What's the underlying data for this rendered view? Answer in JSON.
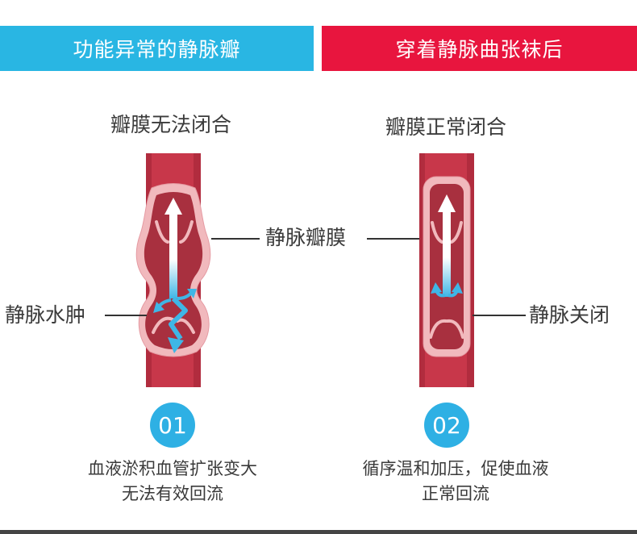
{
  "banners": {
    "left": "功能异常的静脉瓣",
    "right": "穿着静脉曲张袜后"
  },
  "titles": {
    "left": "瓣膜无法闭合",
    "right": "瓣膜正常闭合"
  },
  "callouts": {
    "valve": "静脉瓣膜",
    "swelling": "静脉水肿",
    "closed": "静脉关闭"
  },
  "steps": [
    {
      "number": "01",
      "caption_line1": "血液淤积血管扩张变大",
      "caption_line2": "无法有效回流"
    },
    {
      "number": "02",
      "caption_line1": "循序温和加压，促使血液",
      "caption_line2": "正常回流"
    }
  ],
  "colors": {
    "banner_left": "#29b6e3",
    "banner_right": "#e8153e",
    "vein": "#c8374a",
    "vein_interior": "#a8303f",
    "vein_wall": "#f1b9bd",
    "flow_arrow": "#3fb6e6"
  }
}
